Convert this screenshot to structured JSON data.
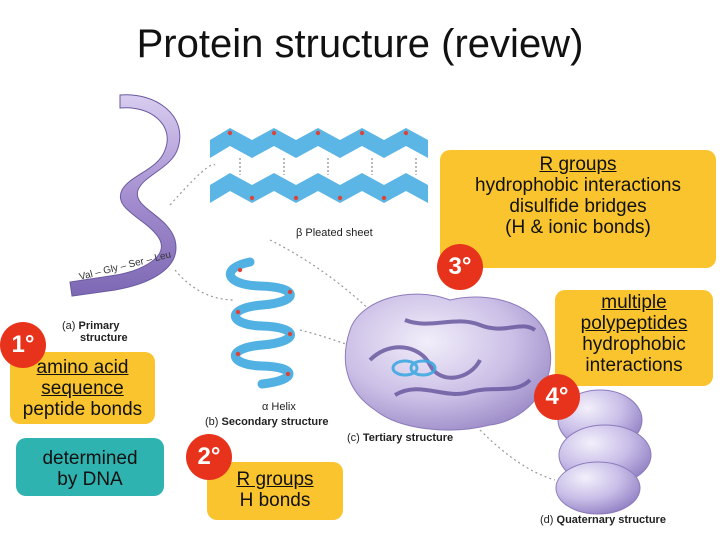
{
  "title": "Protein structure (review)",
  "primary": {
    "badge": "1°",
    "caption_letter": "(a)",
    "caption_line1": "Primary",
    "caption_line2": "structure",
    "chain_label": "Val – Gly – Ser – Leu",
    "box_line1": "amino acid",
    "box_line2": "sequence",
    "box_line3": "peptide bonds",
    "note_line1": "determined",
    "note_line2": "by DNA"
  },
  "secondary": {
    "badge": "2°",
    "caption_letter": "(b)",
    "caption_text": "Secondary structure",
    "pleated_label": "β Pleated sheet",
    "helix_label": "α Helix",
    "box_line1": "R groups",
    "box_line2": "H bonds"
  },
  "tertiary": {
    "badge": "3°",
    "caption_letter": "(c)",
    "caption_text": "Tertiary structure",
    "box_line1": "R groups",
    "box_line2": "hydrophobic interactions",
    "box_line3": "disulfide bridges",
    "box_line4": "(H & ionic bonds)"
  },
  "quaternary": {
    "badge": "4°",
    "caption_letter": "(d)",
    "caption_text": "Quaternary structure",
    "box_line1": "multiple",
    "box_line2": "polypeptides",
    "box_line3": "hydrophobic",
    "box_line4": "interactions"
  },
  "colors": {
    "yellow": "#f9c42d",
    "cyan": "#2fb3b1",
    "badge_red": "#e8331c",
    "ribbon_purple": "#b6a4d8",
    "sheet_blue": "#3fa9e0",
    "atom_red": "#d8453a"
  }
}
